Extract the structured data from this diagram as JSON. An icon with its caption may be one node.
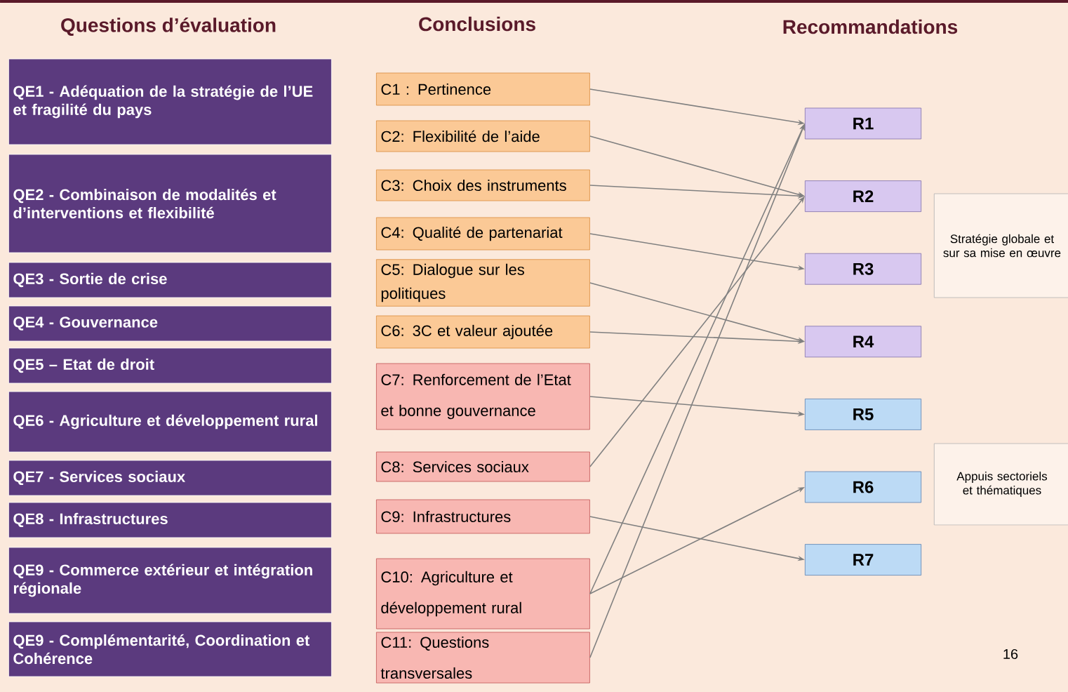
{
  "diagram": {
    "nodes": [
      {
        "text": [
          "QE1 - Adéquation de la stratégie de l’UE et fragilité du pays"
        ]
      },
      {
        "text": [
          "QE2 - Combinaison de modalités et d’interventions et flexibilité"
        ]
      },
      {
        "text": [
          "QE3 - Sortie de crise"
        ]
      },
      {
        "text": [
          "QE4 - Gouvernance"
        ]
      },
      {
        "text": [
          "QE5 – Etat de droit"
        ]
      },
      {
        "text": [
          "QE6 - Agriculture et développement rural"
        ]
      },
      {
        "text": [
          "QE7 - Services sociaux"
        ]
      },
      {
        "text": [
          "QE8 - Infrastructures"
        ]
      },
      {
        "text": [
          "QE9 - Commerce extérieur et intégration régionale"
        ]
      },
      {
        "text": [
          "QE9 - Complémentarité, Coordination et Cohérence"
        ]
      },
      {
        "text": [
          "C1 : Pertinence"
        ]
      },
      {
        "text": [
          "C2: Flexibilité de l’aide"
        ]
      },
      {
        "text": [
          "C3: Choix des instruments"
        ]
      },
      {
        "text": [
          "C4: Qualité de partenariat"
        ]
      },
      {
        "text": [
          "C5: Dialogue sur les politiques"
        ]
      },
      {
        "text": [
          "C6: 3C et valeur ajoutée"
        ]
      },
      {
        "text": [
          "C7: Renforcement de l’Etat et bonne gouvernance"
        ]
      },
      {
        "text": [
          "C8: Services sociaux"
        ]
      },
      {
        "text": [
          "C9: Infrastructures"
        ]
      },
      {
        "text": [
          "C10: Agriculture et développement rural"
        ]
      },
      {
        "text": [
          "C11: Questions transversales"
        ]
      },
      {
        "text": [
          "R1"
        ]
      },
      {
        "text": [
          "R2"
        ]
      },
      {
        "text": [
          "R3"
        ]
      },
      {
        "text": [
          "R4"
        ]
      },
      {
        "text": [
          "R5"
        ]
      },
      {
        "text": [
          "R6"
        ]
      },
      {
        "text": [
          "R7"
        ]
      },
      {
        "text": [
          "Stratégie globale et sur sa mise en œuvre"
        ]
      },
      {
        "text": [
          "Appuis sectoriels et thématiques"
        ]
      }
    ],
    "edges": [
      {
        "from": 10,
        "to": 21,
        "arrow": "to"
      },
      {
        "from": 11,
        "to": 22,
        "arrow": "to"
      },
      {
        "from": 12,
        "to": 22,
        "arrow": "to"
      },
      {
        "from": 13,
        "to": 23,
        "arrow": "to"
      },
      {
        "from": 14,
        "to": 24,
        "arrow": "to"
      },
      {
        "from": 15,
        "to": 24,
        "arrow": "to"
      },
      {
        "from": 16,
        "to": 25,
        "arrow": "to"
      },
      {
        "from": 17,
        "to": 22,
        "arrow": "to"
      },
      {
        "from": 18,
        "to": 27,
        "arrow": "to"
      },
      {
        "from": 19,
        "to": 26,
        "arrow": "to"
      },
      {
        "from": 19,
        "to": 21,
        "arrow": "to"
      },
      {
        "from": 20,
        "to": 21,
        "arrow": "to"
      }
    ],
    "labels": [
      "Questions d’évaluation",
      "Conclusions",
      "Recommandations",
      "16"
    ]
  }
}
